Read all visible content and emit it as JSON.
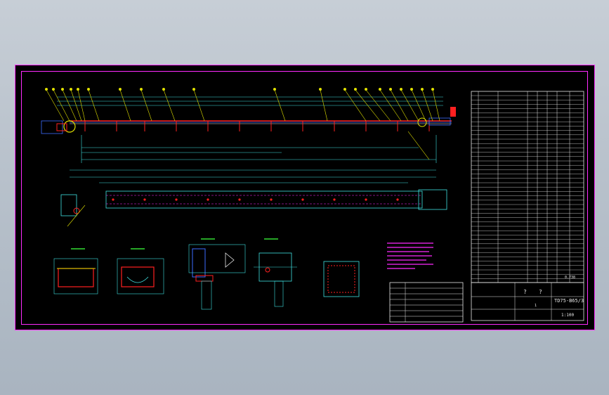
{
  "drawing": {
    "title_code": "TD75-B65/3",
    "scale": "1:100",
    "tb_a": "?",
    "tb_b": "?",
    "tb_sheet": "1",
    "tb_weight": "0.738"
  },
  "colors": {
    "background": "#000000",
    "frame": "#ff2bff",
    "dimension": "#3fe0e0",
    "leader": "#e0e000",
    "structure": "#ff2020",
    "text": "#e8e8e8"
  }
}
